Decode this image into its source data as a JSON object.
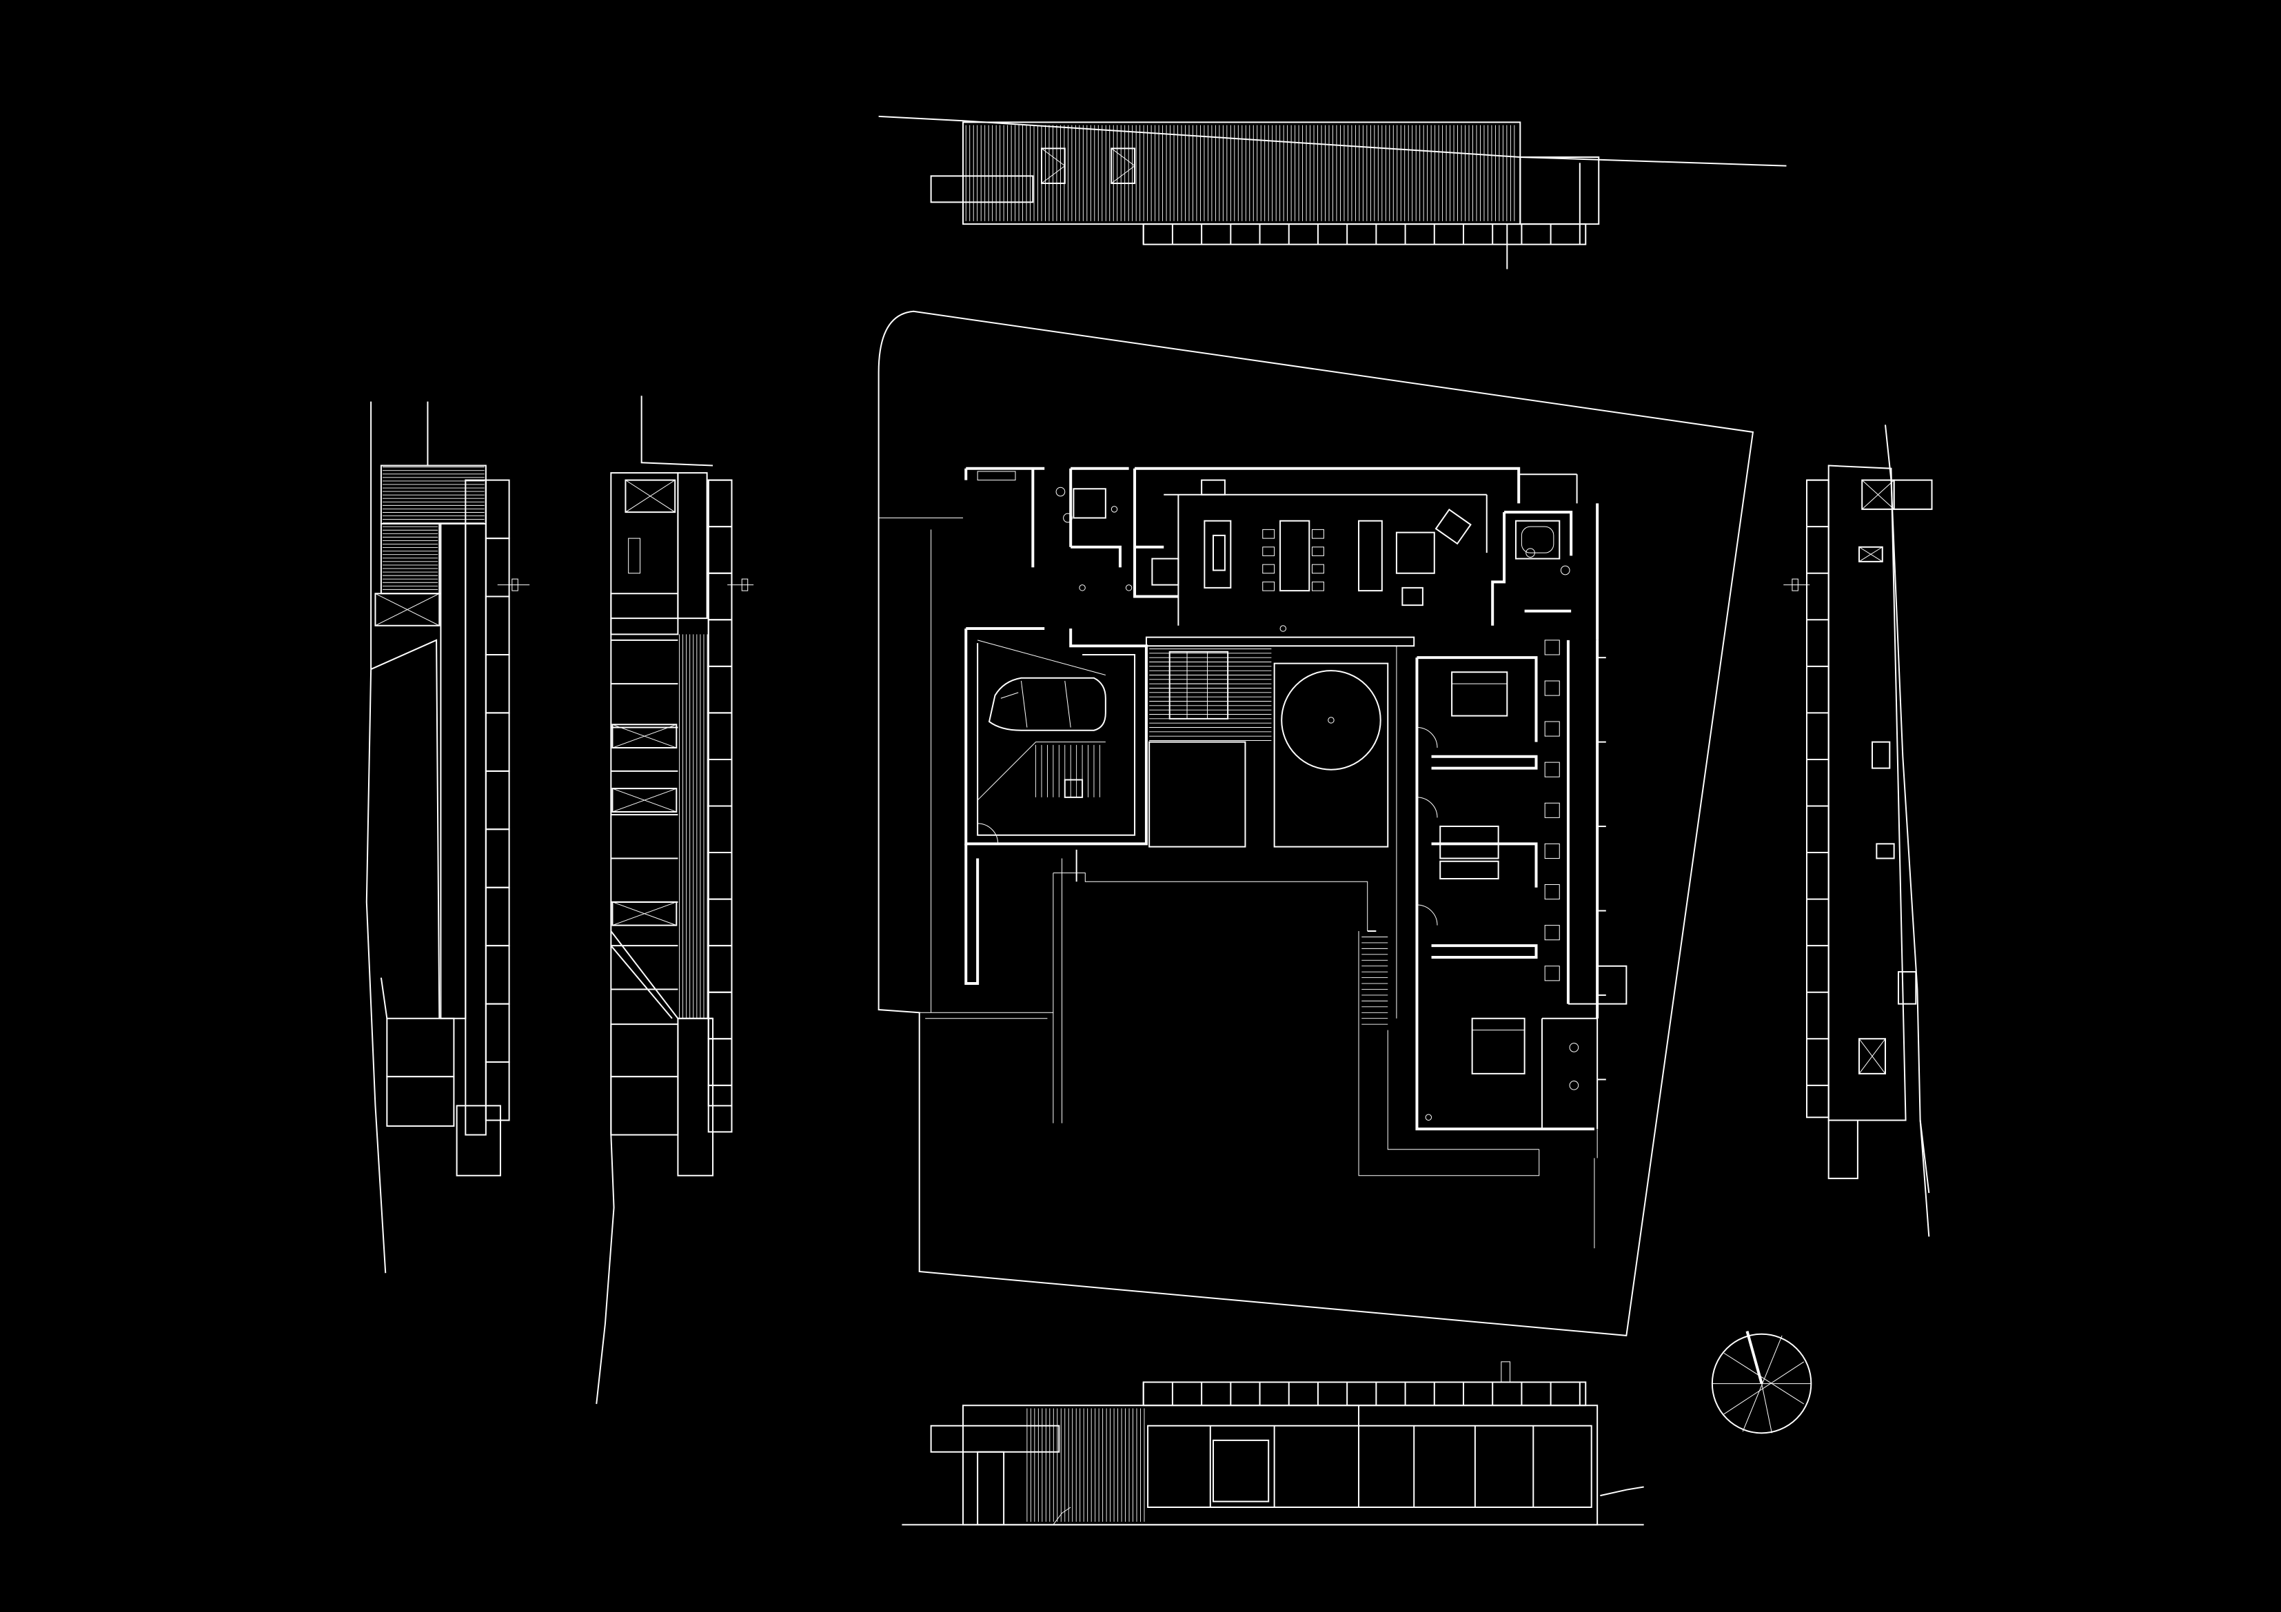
{
  "drawing": {
    "background_color": "#000000",
    "line_color": "#ffffff",
    "views": [
      {
        "id": "north-elevation",
        "kind": "elevation"
      },
      {
        "id": "west-section",
        "kind": "section"
      },
      {
        "id": "west-elevation",
        "kind": "elevation"
      },
      {
        "id": "ground-floor-plan",
        "kind": "plan"
      },
      {
        "id": "east-elevation",
        "kind": "elevation"
      },
      {
        "id": "south-elevation",
        "kind": "elevation"
      },
      {
        "id": "north-arrow",
        "kind": "symbol"
      }
    ],
    "plan_furniture": [
      "car-icon",
      "pool-icon",
      "dining-table-icon",
      "bed-icon",
      "sofa-icon",
      "bathtub-icon",
      "kitchen-island-icon"
    ]
  }
}
